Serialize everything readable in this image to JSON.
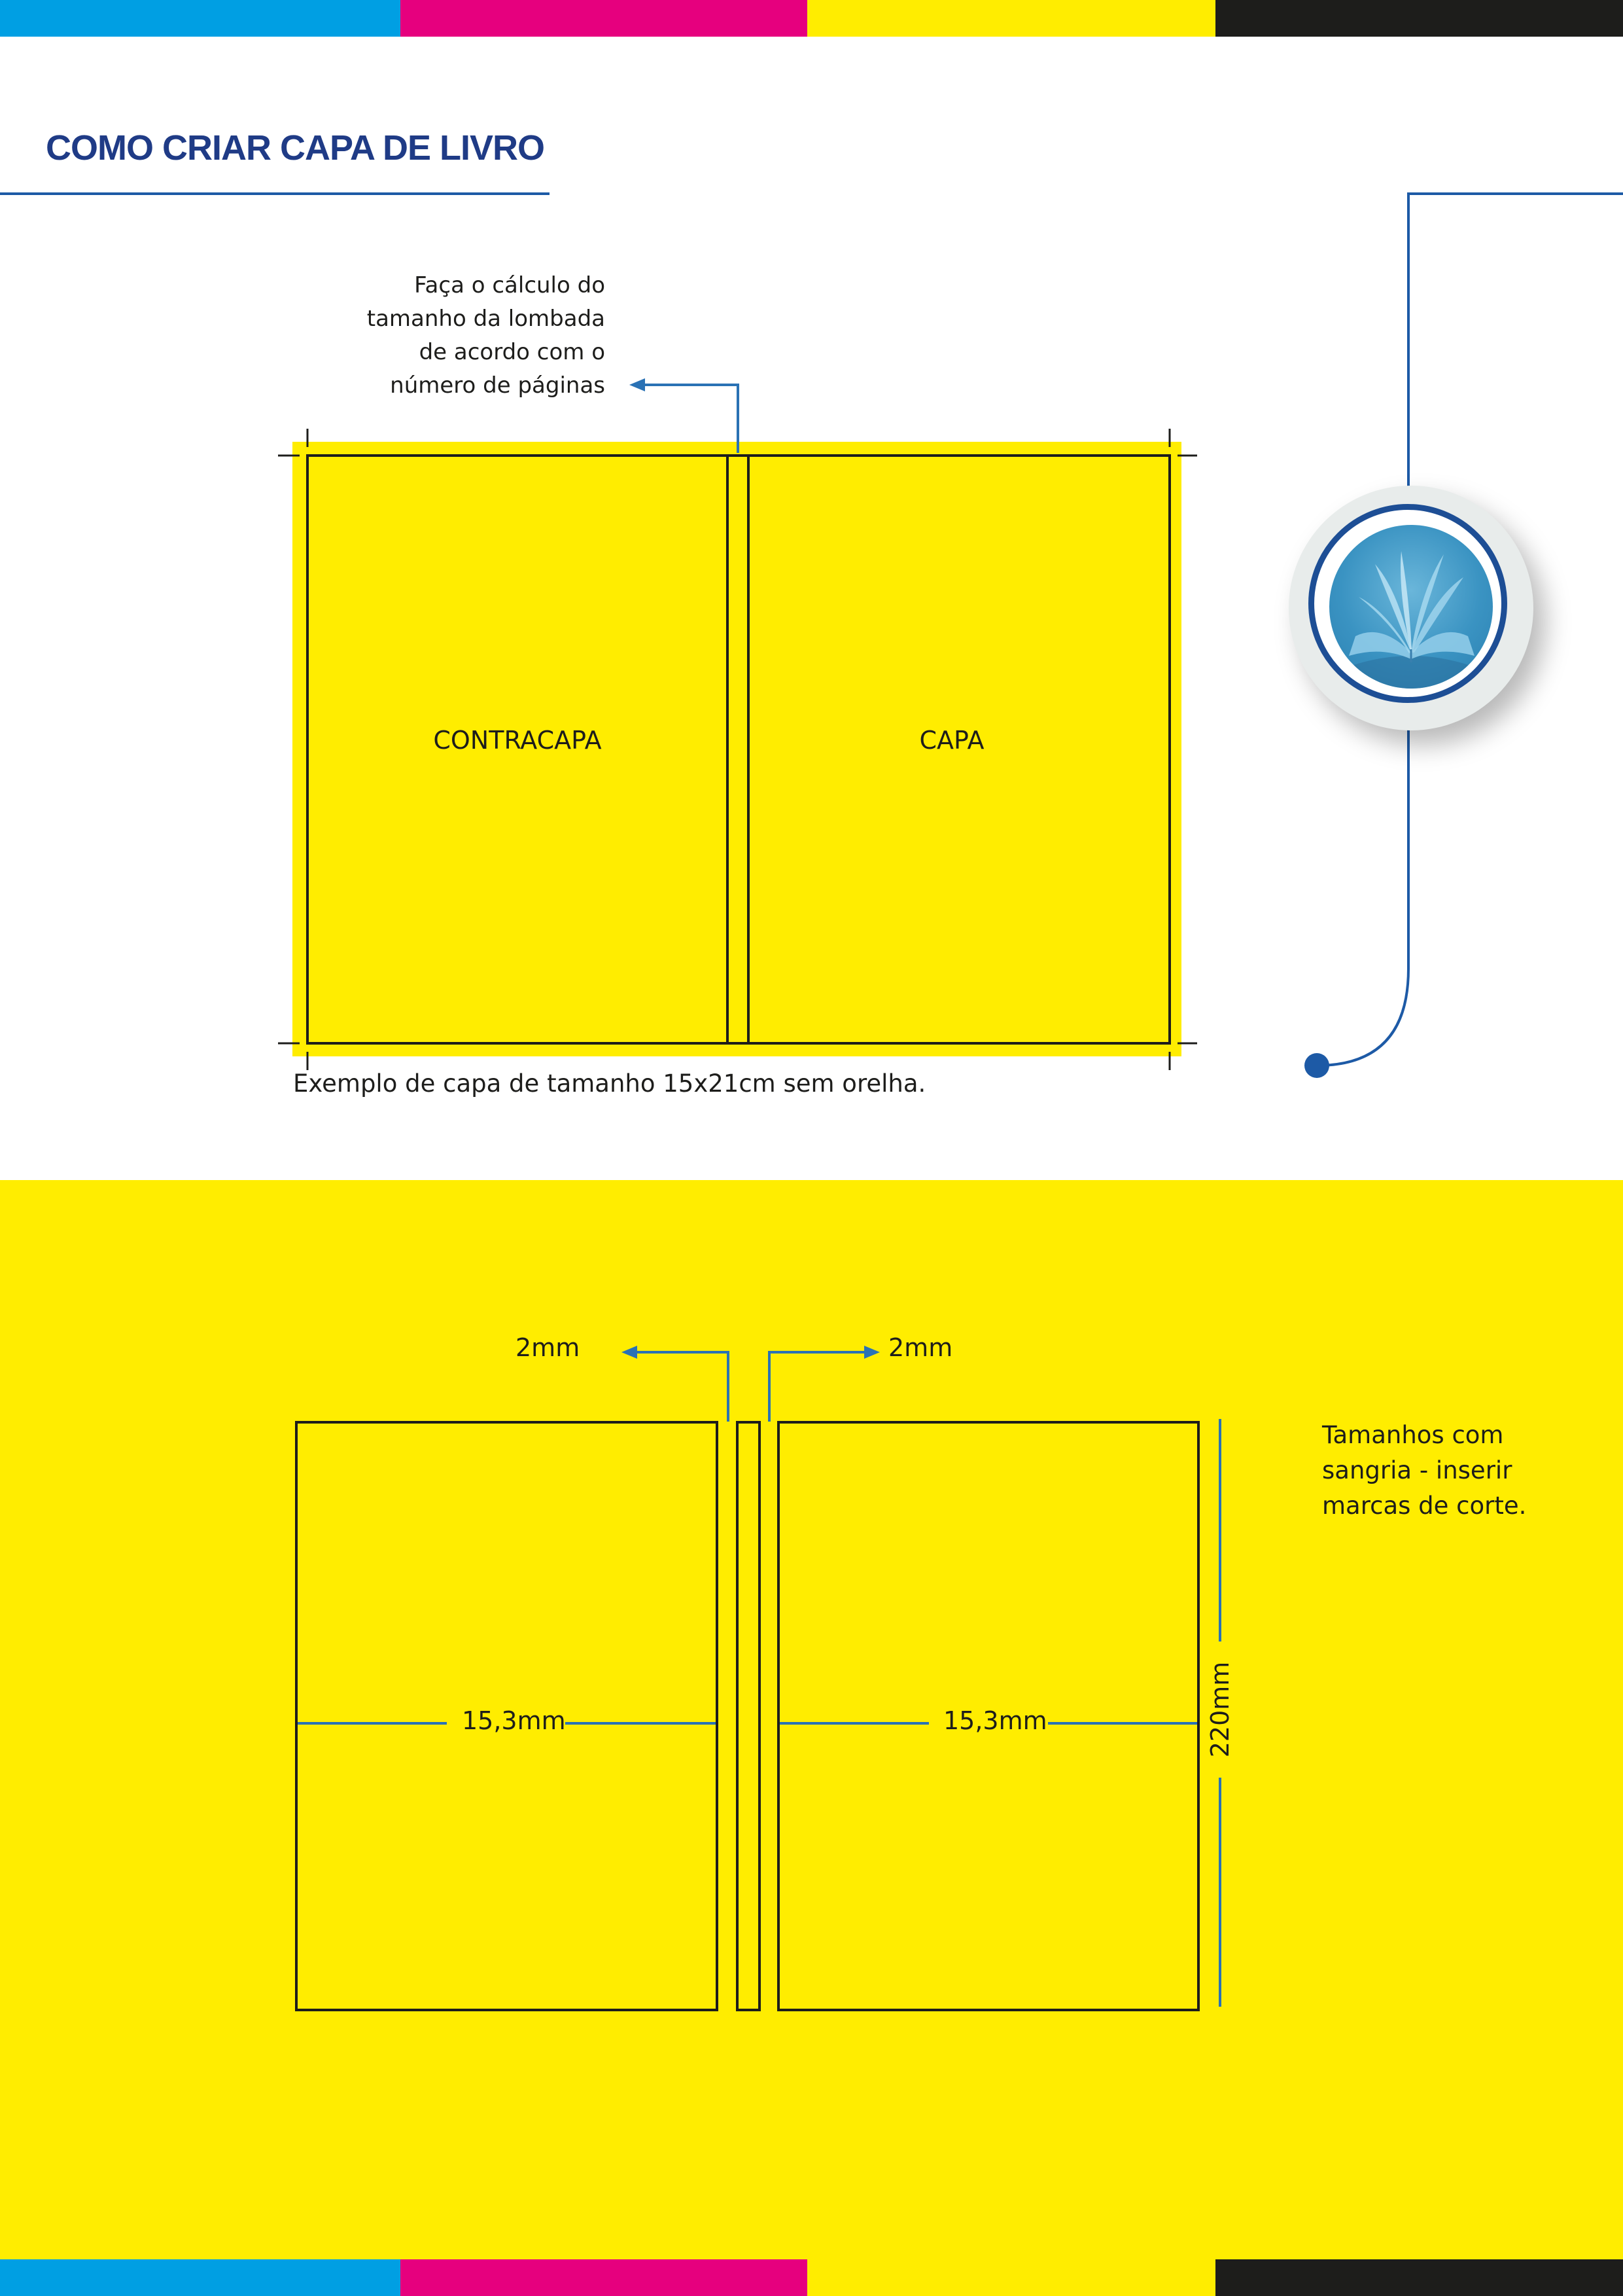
{
  "colors": {
    "cyan": "#009fe3",
    "magenta": "#e6007e",
    "yellow": "#ffed00",
    "black": "#1d1d1b",
    "navy": "#1f3b86",
    "blue_line": "#1d5aa6",
    "arrow_blue": "#2a72b5",
    "stroke": "#1d1d1b"
  },
  "header": {
    "title": "COMO CRIAR CAPA DE LIVRO"
  },
  "top_diagram": {
    "note_lines": [
      "Faça o cálculo do",
      "tamanho da lombada",
      "de acordo com o",
      "número de páginas"
    ],
    "back_label": "CONTRACAPA",
    "front_label": "CAPA",
    "caption": "Exemplo de capa de tamanho 15x21cm sem orelha."
  },
  "bottom_diagram": {
    "left_gap_label": "2mm",
    "right_gap_label": "2mm",
    "back_width_label": "15,3mm",
    "front_width_label": "15,3mm",
    "height_label": "220mm",
    "note_lines": [
      "Tamanhos com",
      "sangria - inserir",
      "marcas de corte."
    ]
  },
  "badge": {
    "icon": "open-book-icon"
  }
}
